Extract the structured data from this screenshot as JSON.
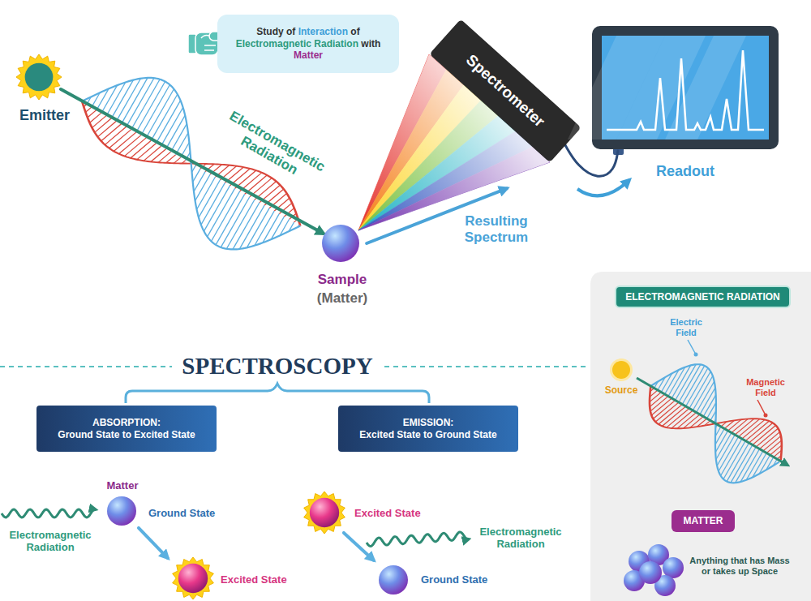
{
  "diagram": {
    "title": "SPECTROSCOPY",
    "nodes": [
      {
        "text": [
          "Emitter"
        ]
      },
      {
        "text": [
          "Study of Interaction of Electromagnetic Radiation with Matter"
        ]
      },
      {
        "text": [
          "Spectrometer"
        ]
      },
      {
        "text": [
          "Readout"
        ]
      },
      {
        "text": [
          "Sample",
          "(Matter)"
        ]
      },
      {
        "text": [
          "ABSORPTION:",
          "Ground State to Excited State"
        ]
      },
      {
        "text": [
          "EMISSION:",
          "Excited State to Ground State"
        ]
      },
      {
        "text": [
          "ELECTROMAGNETIC RADIATION"
        ]
      },
      {
        "text": [
          "Source"
        ]
      },
      {
        "text": [
          "Matter",
          "Ground State"
        ]
      },
      {
        "text": [
          "Excited State"
        ]
      },
      {
        "text": [
          "Excited State"
        ]
      },
      {
        "text": [
          "Ground State"
        ]
      },
      {
        "text": [
          "MATTER"
        ]
      },
      {
        "text": [
          "Anything that has Mass or takes up Space"
        ]
      }
    ],
    "edges": [
      {
        "from": 0,
        "to": 4,
        "arrow": "to",
        "label": "Electromagnetic Radiation"
      },
      {
        "from": 4,
        "to": 2,
        "arrow": "to",
        "label": "Resulting Spectrum"
      },
      {
        "from": 2,
        "to": 3,
        "arrow": "none"
      },
      {
        "from": 9,
        "to": 10,
        "arrow": "to"
      },
      {
        "from": 11,
        "to": 12,
        "arrow": "to"
      }
    ],
    "labels": [
      "Electromagnetic Radiation",
      "Electromagnetic Radiation",
      "Electric Field",
      "Magnetic Field"
    ]
  }
}
